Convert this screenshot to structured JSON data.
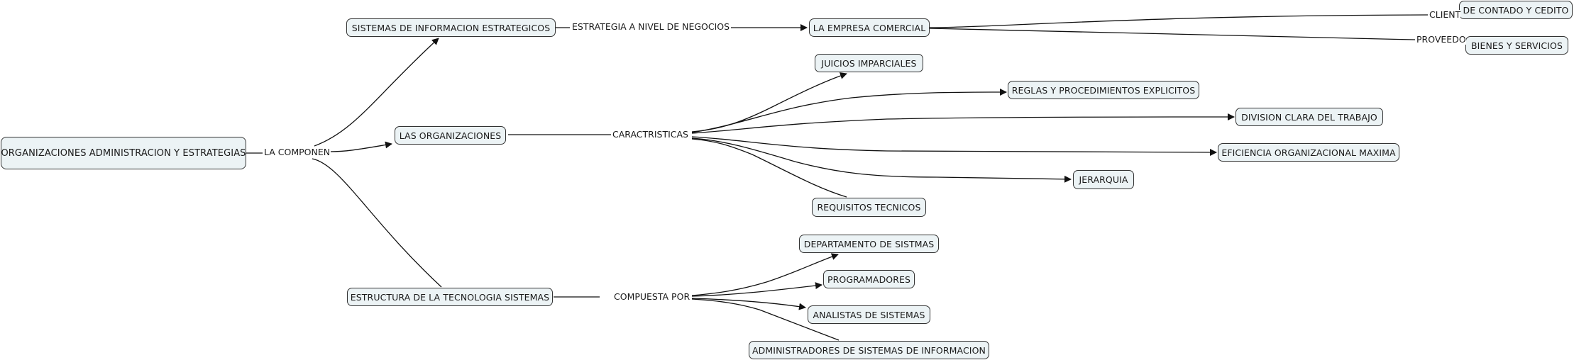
{
  "diagram": {
    "type": "concept-map",
    "nodes": {
      "root": "ORGANIZACIONES ADMINISTRACION Y ESTRATEGIAS",
      "sis_info": "SISTEMAS DE INFORMACION ESTRATEGICOS",
      "empresa": "LA EMPRESA COMERCIAL",
      "contado": "DE CONTADO Y CEDITO",
      "bienes": "BIENES Y SERVICIOS",
      "organizaciones": "LAS ORGANIZACIONES",
      "juicios": "JUICIOS IMPARCIALES",
      "reglas": "REGLAS Y PROCEDIMIENTOS EXPLICITOS",
      "division": "DIVISION CLARA DEL TRABAJO",
      "eficiencia": "EFICIENCIA ORGANIZACIONAL MAXIMA",
      "jerarquia": "JERARQUIA",
      "requisitos": "REQUISITOS TECNICOS",
      "estructura": "ESTRUCTURA DE LA TECNOLOGIA SISTEMAS",
      "departamento": "DEPARTAMENTO DE SISTMAS",
      "programadores": "PROGRAMADORES",
      "analistas": "ANALISTAS DE SISTEMAS",
      "administradores": "ADMINISTRADORES DE SISTEMAS DE INFORMACION"
    },
    "links": {
      "la_componen": "LA COMPONEN",
      "estrategia": "ESTRATEGIA A NIVEL DE NEGOCIOS",
      "clientes": "CLIENT",
      "proveedores": "PROVEEDO",
      "caractristicas": "CARACTRISTICAS",
      "compuesta_por": "COMPUESTA POR"
    },
    "edges": [
      {
        "from": "root",
        "to": "la_componen"
      },
      {
        "from": "la_componen",
        "to": "sis_info",
        "arrow": true
      },
      {
        "from": "la_componen",
        "to": "organizaciones",
        "arrow": true
      },
      {
        "from": "la_componen",
        "to": "estructura",
        "arrow": false
      },
      {
        "from": "sis_info",
        "to": "estrategia"
      },
      {
        "from": "estrategia",
        "to": "empresa",
        "arrow": true
      },
      {
        "from": "empresa",
        "to": "clientes"
      },
      {
        "from": "clientes",
        "to": "contado",
        "arrow": false
      },
      {
        "from": "empresa",
        "to": "proveedores"
      },
      {
        "from": "proveedores",
        "to": "bienes",
        "arrow": false
      },
      {
        "from": "organizaciones",
        "to": "caractristicas"
      },
      {
        "from": "caractristicas",
        "to": "juicios",
        "arrow": true
      },
      {
        "from": "caractristicas",
        "to": "reglas",
        "arrow": true
      },
      {
        "from": "caractristicas",
        "to": "division",
        "arrow": true
      },
      {
        "from": "caractristicas",
        "to": "eficiencia",
        "arrow": true
      },
      {
        "from": "caractristicas",
        "to": "jerarquia",
        "arrow": true
      },
      {
        "from": "caractristicas",
        "to": "requisitos",
        "arrow": false
      },
      {
        "from": "estructura",
        "to": "compuesta_por"
      },
      {
        "from": "compuesta_por",
        "to": "departamento",
        "arrow": true
      },
      {
        "from": "compuesta_por",
        "to": "programadores",
        "arrow": true
      },
      {
        "from": "compuesta_por",
        "to": "analistas",
        "arrow": true
      },
      {
        "from": "compuesta_por",
        "to": "administradores",
        "arrow": false
      }
    ]
  }
}
